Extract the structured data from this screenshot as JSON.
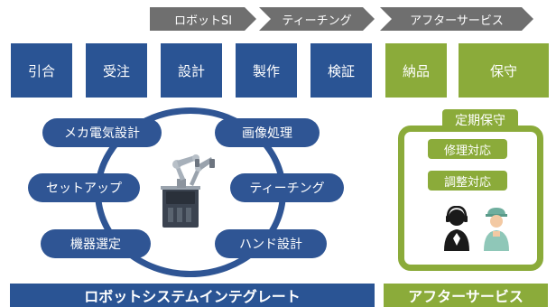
{
  "phases": [
    {
      "label": "ロボットSI"
    },
    {
      "label": "ティーチング"
    },
    {
      "label": "アフターサービス"
    }
  ],
  "process_steps": [
    {
      "label": "引合",
      "color": "#2a5494"
    },
    {
      "label": "受注",
      "color": "#2a5494"
    },
    {
      "label": "設計",
      "color": "#2a5494"
    },
    {
      "label": "製作",
      "color": "#2a5494"
    },
    {
      "label": "検証",
      "color": "#2a5494"
    },
    {
      "label": "納品",
      "color": "#8bab3a"
    },
    {
      "label": "保守",
      "color": "#8bab3a"
    }
  ],
  "si_services": [
    {
      "label": "メカ電気設計"
    },
    {
      "label": "画像処理"
    },
    {
      "label": "セットアップ"
    },
    {
      "label": "ティーチング"
    },
    {
      "label": "機器選定"
    },
    {
      "label": "ハンド設計"
    }
  ],
  "after_services": [
    {
      "label": "定期保守"
    },
    {
      "label": "修理対応"
    },
    {
      "label": "調整対応"
    }
  ],
  "footer": {
    "si_label": "ロボットシステムインテグレート",
    "after_label": "アフターサービス"
  },
  "colors": {
    "blue": "#2a5494",
    "green": "#8bab3a",
    "gray": "#6f6f6f"
  },
  "icons": [
    "robot-arm-icon",
    "operator-headset-icon",
    "worker-icon"
  ]
}
